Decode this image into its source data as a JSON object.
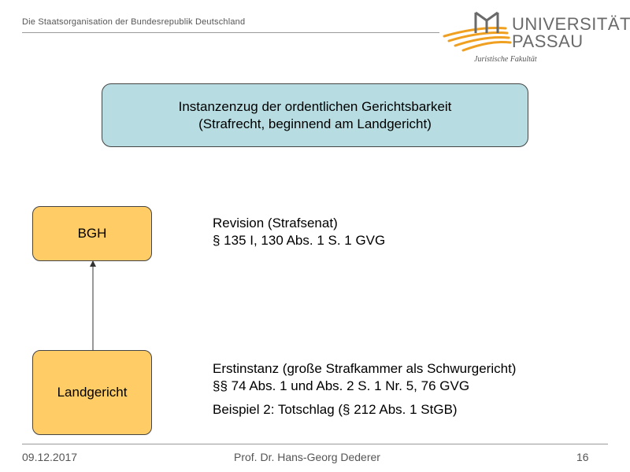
{
  "header": {
    "title": "Die Staatsorganisation der Bundesrepublik Deutschland"
  },
  "logo": {
    "line1": "UNIVERSITÄT",
    "line2": "PASSAU",
    "subtitle": "Juristische Fakultät",
    "colors": {
      "orange": "#f0a020",
      "gray": "#6a6a6a"
    }
  },
  "title_box": {
    "line1": "Instanzenzug der ordentlichen Gerichtsbarkeit",
    "line2": "(Strafrecht, beginnend am Landgericht)",
    "fill": "#b7dde2"
  },
  "courts": {
    "upper": {
      "label": "BGH"
    },
    "lower": {
      "label": "Landgericht"
    },
    "fill": "#ffcc66"
  },
  "upper_text": {
    "line1": "Revision (Strafsenat)",
    "line2": "§ 135 I, 130 Abs. 1 S. 1 GVG"
  },
  "lower_text": {
    "line1": "Erstinstanz (große Strafkammer als Schwurgericht)",
    "line2": "§§ 74 Abs. 1 und Abs. 2 S. 1 Nr. 5, 76 GVG",
    "example": "Beispiel 2: Totschlag (§ 212 Abs. 1 StGB)"
  },
  "footer": {
    "date": "09.12.2017",
    "author": "Prof. Dr. Hans-Georg Dederer",
    "page": "16"
  }
}
